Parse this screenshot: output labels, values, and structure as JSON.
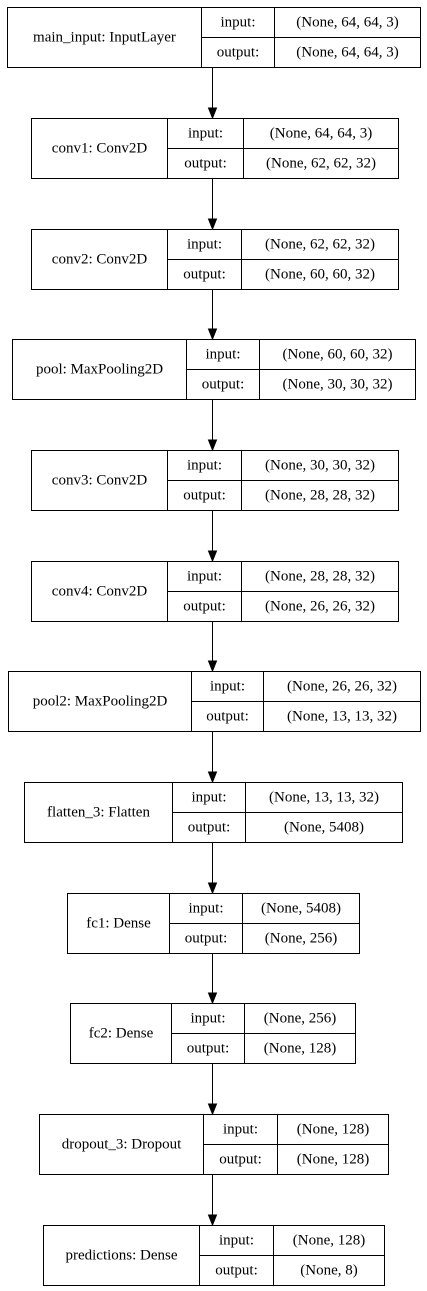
{
  "labels": {
    "input": "input:",
    "output": "output:"
  },
  "layers": [
    {
      "name": "main_input: InputLayer",
      "input": "(None, 64, 64, 3)",
      "output": "(None, 64, 64, 3)"
    },
    {
      "name": "conv1: Conv2D",
      "input": "(None, 64, 64, 3)",
      "output": "(None, 62, 62, 32)"
    },
    {
      "name": "conv2: Conv2D",
      "input": "(None, 62, 62, 32)",
      "output": "(None, 60, 60, 32)"
    },
    {
      "name": "pool: MaxPooling2D",
      "input": "(None, 60, 60, 32)",
      "output": "(None, 30, 30, 32)"
    },
    {
      "name": "conv3: Conv2D",
      "input": "(None, 30, 30, 32)",
      "output": "(None, 28, 28, 32)"
    },
    {
      "name": "conv4: Conv2D",
      "input": "(None, 28, 28, 32)",
      "output": "(None, 26, 26, 32)"
    },
    {
      "name": "pool2: MaxPooling2D",
      "input": "(None, 26, 26, 32)",
      "output": "(None, 13, 13, 32)"
    },
    {
      "name": "flatten_3: Flatten",
      "input": "(None, 13, 13, 32)",
      "output": "(None, 5408)"
    },
    {
      "name": "fc1: Dense",
      "input": "(None, 5408)",
      "output": "(None, 256)"
    },
    {
      "name": "fc2: Dense",
      "input": "(None, 256)",
      "output": "(None, 128)"
    },
    {
      "name": "dropout_3: Dropout",
      "input": "(None, 128)",
      "output": "(None, 128)"
    },
    {
      "name": "predictions: Dense",
      "input": "(None, 128)",
      "output": "(None, 8)"
    }
  ]
}
